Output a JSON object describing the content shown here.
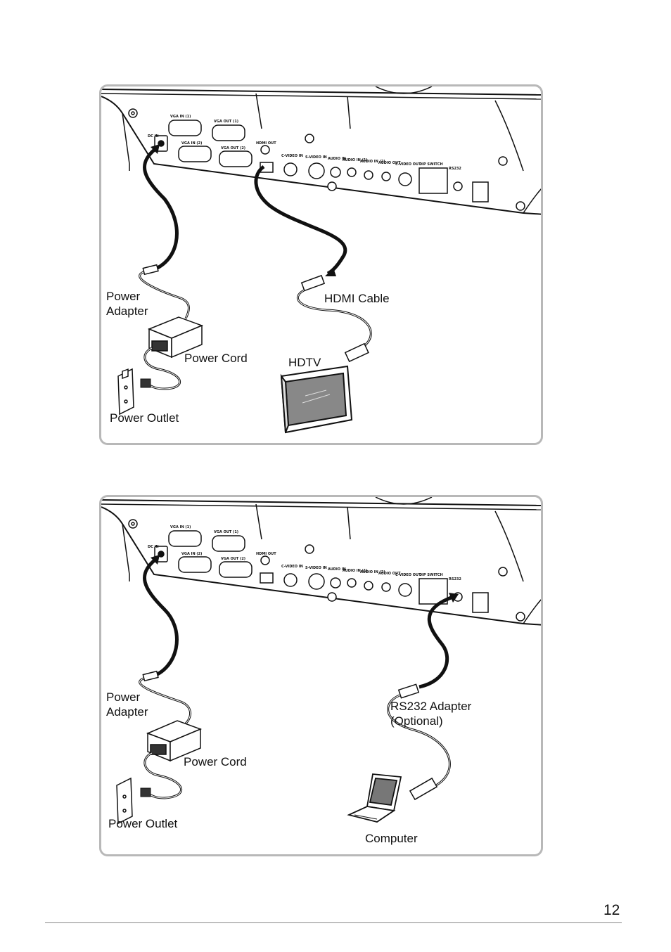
{
  "diagram_top": {
    "labels": {
      "power_adapter": "Power\nAdapter",
      "hdmi_cable": "HDMI Cable",
      "power_cord": "Power Cord",
      "hdtv": "HDTV",
      "power_outlet": "Power Outlet"
    }
  },
  "diagram_bottom": {
    "labels": {
      "power_adapter": "Power\nAdapter",
      "rs232_adapter": "RS232 Adapter\n(Optional)",
      "power_cord": "Power Cord",
      "power_outlet": "Power Outlet",
      "computer": "Computer"
    }
  },
  "port_labels": {
    "dc_in": "DC IN",
    "vga_in_1": "VGA IN (1)",
    "vga_out_1": "VGA OUT (1)",
    "vga_in_2": "VGA IN (2)",
    "vga_out_2": "VGA OUT (2)",
    "hdmi_out": "HDMI OUT",
    "c_video_in": "C-VIDEO IN",
    "s_video_in": "S-VIDEO IN",
    "audio_in": "AUDIO IN",
    "audio_in_1": "AUDIO IN (1)",
    "audio_in_2": "AUDIO IN (2)",
    "audio_out": "AUDIO OUT",
    "c_video_out": "C-VIDEO OUT",
    "dip_switch": "DIP SWITCH",
    "rs232": "RS232"
  },
  "footer": {
    "page_number": "12"
  }
}
